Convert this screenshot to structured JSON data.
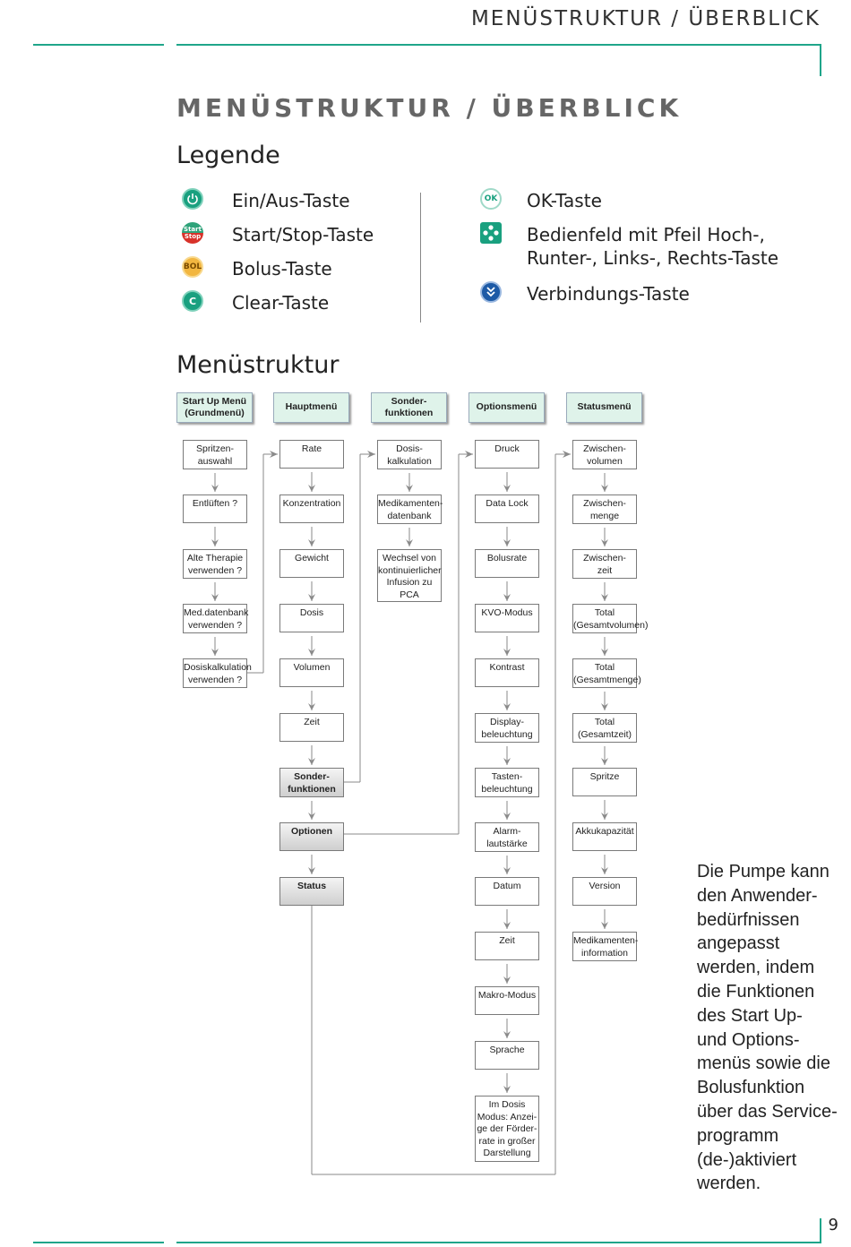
{
  "header": {
    "title": "MENÜSTRUKTUR / ÜBERBLICK",
    "page_number": "9"
  },
  "page_title": "MENÜSTRUKTUR / ÜBERBLICK",
  "legend": {
    "heading": "Legende",
    "left": [
      {
        "icon": "power-icon",
        "label": "Ein/Aus-Taste"
      },
      {
        "icon": "start-stop-icon",
        "label": "Start/Stop-Taste",
        "icon_text_1": "Start",
        "icon_text_2": "Stop"
      },
      {
        "icon": "bolus-icon",
        "label": "Bolus-Taste",
        "icon_text_1": "BOL"
      },
      {
        "icon": "clear-icon",
        "label": "Clear-Taste",
        "icon_text_1": "C"
      }
    ],
    "right": [
      {
        "icon": "ok-icon",
        "label": "OK-Taste",
        "icon_text_1": "OK"
      },
      {
        "icon": "arrow-pad-icon",
        "label_line1": "Bedienfeld mit Pfeil Hoch-,",
        "label_line2": "Runter-, Links-, Rechts-Taste"
      },
      {
        "icon": "connection-icon",
        "label": "Verbindungs-Taste"
      }
    ]
  },
  "menu_heading": "Menüstruktur",
  "columns": [
    {
      "header": [
        "Start Up Menü",
        "(Grundmenü)"
      ],
      "items": [
        [
          "Spritzen-",
          "auswahl"
        ],
        [
          "Entlüften ?"
        ],
        [
          "Alte Therapie",
          "verwenden ?"
        ],
        [
          "Med.datenbank",
          "verwenden ?"
        ],
        [
          "Dosiskalkulation",
          "verwenden ?"
        ]
      ]
    },
    {
      "header": [
        "Hauptmenü"
      ],
      "items": [
        [
          "Rate"
        ],
        [
          "Konzentration"
        ],
        [
          "Gewicht"
        ],
        [
          "Dosis"
        ],
        [
          "Volumen"
        ],
        [
          "Zeit"
        ],
        [
          "Sonder-",
          "funktionen"
        ],
        [
          "Optionen"
        ],
        [
          "Status"
        ]
      ]
    },
    {
      "header": [
        "Sonder-",
        "funktionen"
      ],
      "items": [
        [
          "Dosis-",
          "kalkulation"
        ],
        [
          "Medikamenten-",
          "datenbank"
        ],
        [
          "Wechsel von",
          "kontinuierlicher",
          "Infusion zu PCA"
        ]
      ]
    },
    {
      "header": [
        "Optionsmenü"
      ],
      "items": [
        [
          "Druck"
        ],
        [
          "Data Lock"
        ],
        [
          "Bolusrate"
        ],
        [
          "KVO-Modus"
        ],
        [
          "Kontrast"
        ],
        [
          "Display-",
          "beleuchtung"
        ],
        [
          "Tasten-",
          "beleuchtung"
        ],
        [
          "Alarm-",
          "lautstärke"
        ],
        [
          "Datum"
        ],
        [
          "Zeit"
        ],
        [
          "Makro-Modus"
        ],
        [
          "Sprache"
        ],
        [
          "Im Dosis",
          "Modus: Anzei-",
          "ge der Förder-",
          "rate in großer",
          "Darstellung"
        ]
      ]
    },
    {
      "header": [
        "Statusmenü"
      ],
      "items": [
        [
          "Zwischen-",
          "volumen"
        ],
        [
          "Zwischen-",
          "menge"
        ],
        [
          "Zwischen-",
          "zeit"
        ],
        [
          "Total",
          "(Gesamtvolumen)"
        ],
        [
          "Total",
          "(Gesamtmenge)"
        ],
        [
          "Total",
          "(Gesamtzeit)"
        ],
        [
          "Spritze"
        ],
        [
          "Akkukapazität"
        ],
        [
          "Version"
        ],
        [
          "Medikamenten-",
          "information"
        ]
      ]
    }
  ],
  "side_text": [
    "Die Pumpe kann",
    "den Anwender-",
    "bedürfnissen",
    "angepasst",
    "werden, indem",
    "die Funktionen",
    "des Start Up-",
    "und Options-",
    "menüs sowie die",
    "Bolusfunktion",
    "über das Service-",
    "programm",
    "(de-)aktiviert",
    "werden."
  ],
  "colors": {
    "accent": "#1fa58a",
    "header_fill": "#dff3ea"
  }
}
